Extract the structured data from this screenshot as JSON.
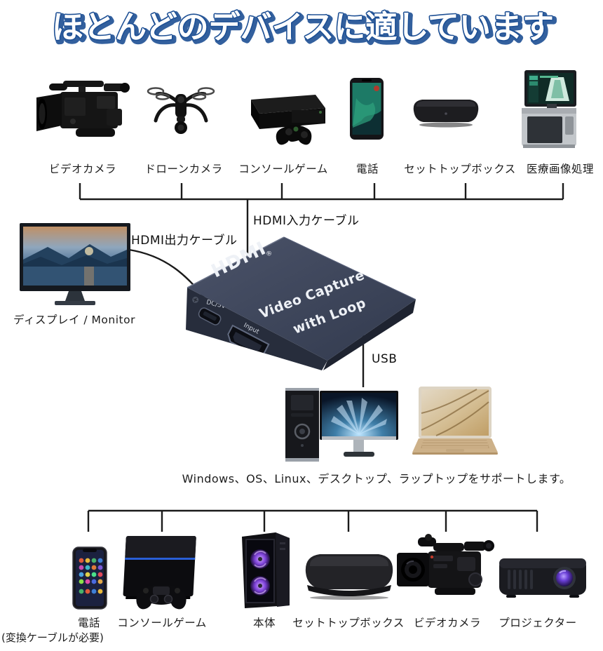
{
  "title": "ほとんどのデバイスに適しています",
  "colors": {
    "title_fill": "#ffffff",
    "title_outline": "#1d4f94",
    "connector_line": "#1a1a1a",
    "device_body": "#39415а"
  },
  "top_row": {
    "devices": [
      {
        "label": "ビデオカメラ",
        "icon": "video-camera"
      },
      {
        "label": "ドローンカメラ",
        "icon": "drone-camera"
      },
      {
        "label": "コンソールゲーム",
        "icon": "game-console"
      },
      {
        "label": "電話",
        "icon": "phone"
      },
      {
        "label": "セットトップボックス",
        "icon": "set-top-box"
      },
      {
        "label": "医療画像処理",
        "icon": "medical-imaging"
      }
    ]
  },
  "cables": {
    "hdmi_input": "HDMI入力ケーブル",
    "hdmi_output": "HDMI出力ケーブル",
    "usb": "USB"
  },
  "display": {
    "label": "ディスプレイ / Monitor"
  },
  "capture_device": {
    "logo": "HDMI",
    "reg_mark": "®",
    "title_line1": "Video  Capture",
    "title_line2": "with Loop",
    "power_port": "DC/5V",
    "input_port": "Input"
  },
  "computers": {
    "support_text": "Windows、OS、Linux、デスクトップ、ラップトップをサポートします。"
  },
  "bottom_row": {
    "devices": [
      {
        "label": "電話",
        "icon": "smartphone"
      },
      {
        "label": "コンソールゲーム",
        "icon": "ps-console"
      },
      {
        "label": "本体",
        "icon": "gaming-pc"
      },
      {
        "label": "セットトップボックス",
        "icon": "set-top-box"
      },
      {
        "label": "ビデオカメラ",
        "icon": "camcorder"
      },
      {
        "label": "プロジェクター",
        "icon": "projector"
      }
    ],
    "footnote": "(変換ケーブルが必要)"
  }
}
